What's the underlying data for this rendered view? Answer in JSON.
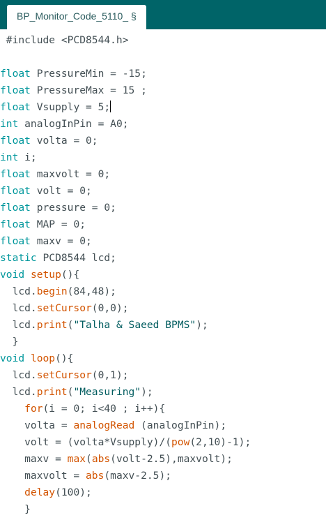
{
  "tab": {
    "title": "BP_Monitor_Code_5110_ §"
  },
  "colors": {
    "tab_bar": "#006468",
    "editor_bg": "#ffffff",
    "plain": "#434f54",
    "keyword_orange": "#d35400",
    "type_teal": "#00979c",
    "string_blue": "#005c5f",
    "preprocessor": "#5e6d03"
  },
  "code": {
    "lines": [
      [
        {
          "t": " #include <PCD8544.h>",
          "c": "p"
        }
      ],
      [],
      [
        {
          "t": "float",
          "c": "k"
        },
        {
          "t": " PressureMin = -15;",
          "c": "p"
        }
      ],
      [
        {
          "t": "float",
          "c": "k"
        },
        {
          "t": " PressureMax = 15 ;",
          "c": "p"
        }
      ],
      [
        {
          "t": "float",
          "c": "k"
        },
        {
          "t": " Vsupply = 5;",
          "c": "p"
        },
        {
          "caret": true
        }
      ],
      [
        {
          "t": "int",
          "c": "k"
        },
        {
          "t": " analogInPin = A0;",
          "c": "p"
        }
      ],
      [
        {
          "t": "float",
          "c": "k"
        },
        {
          "t": " volta = 0;",
          "c": "p"
        }
      ],
      [
        {
          "t": "int",
          "c": "k"
        },
        {
          "t": " i;",
          "c": "p"
        }
      ],
      [
        {
          "t": "float",
          "c": "k"
        },
        {
          "t": " maxvolt = 0;",
          "c": "p"
        }
      ],
      [
        {
          "t": "float",
          "c": "k"
        },
        {
          "t": " volt = 0;",
          "c": "p"
        }
      ],
      [
        {
          "t": "float",
          "c": "k"
        },
        {
          "t": " pressure = 0;",
          "c": "p"
        }
      ],
      [
        {
          "t": "float",
          "c": "k"
        },
        {
          "t": " MAP = 0;",
          "c": "p"
        }
      ],
      [
        {
          "t": "float",
          "c": "k"
        },
        {
          "t": " maxv = 0;",
          "c": "p"
        }
      ],
      [
        {
          "t": "static",
          "c": "k"
        },
        {
          "t": " PCD8544 lcd;",
          "c": "p"
        }
      ],
      [
        {
          "t": "void",
          "c": "k"
        },
        {
          "t": " ",
          "c": "p"
        },
        {
          "t": "setup",
          "c": "f"
        },
        {
          "t": "(){",
          "c": "p"
        }
      ],
      [
        {
          "t": "  lcd.",
          "c": "p"
        },
        {
          "t": "begin",
          "c": "f"
        },
        {
          "t": "(84,48);",
          "c": "p"
        }
      ],
      [
        {
          "t": "  lcd.",
          "c": "p"
        },
        {
          "t": "setCursor",
          "c": "f"
        },
        {
          "t": "(0,0);",
          "c": "p"
        }
      ],
      [
        {
          "t": "  lcd.",
          "c": "p"
        },
        {
          "t": "print",
          "c": "f"
        },
        {
          "t": "(",
          "c": "p"
        },
        {
          "t": "\"Talha & Saeed BPMS\"",
          "c": "s"
        },
        {
          "t": ");",
          "c": "p"
        }
      ],
      [
        {
          "t": "  }",
          "c": "p"
        }
      ],
      [
        {
          "t": "void",
          "c": "k"
        },
        {
          "t": " ",
          "c": "p"
        },
        {
          "t": "loop",
          "c": "f"
        },
        {
          "t": "(){",
          "c": "p"
        }
      ],
      [
        {
          "t": "  lcd.",
          "c": "p"
        },
        {
          "t": "setCursor",
          "c": "f"
        },
        {
          "t": "(0,1);",
          "c": "p"
        }
      ],
      [
        {
          "t": "  lcd.",
          "c": "p"
        },
        {
          "t": "print",
          "c": "f"
        },
        {
          "t": "(",
          "c": "p"
        },
        {
          "t": "\"Measuring\"",
          "c": "s"
        },
        {
          "t": ");",
          "c": "p"
        }
      ],
      [
        {
          "t": "    ",
          "c": "p"
        },
        {
          "t": "for",
          "c": "f"
        },
        {
          "t": "(i = 0; i<40 ; i++){",
          "c": "p"
        }
      ],
      [
        {
          "t": "    volta = ",
          "c": "p"
        },
        {
          "t": "analogRead",
          "c": "f"
        },
        {
          "t": " (analogInPin);",
          "c": "p"
        }
      ],
      [
        {
          "t": "    volt = (volta*Vsupply)/(",
          "c": "p"
        },
        {
          "t": "pow",
          "c": "f"
        },
        {
          "t": "(2,10)-1);",
          "c": "p"
        }
      ],
      [
        {
          "t": "    maxv = ",
          "c": "p"
        },
        {
          "t": "max",
          "c": "f"
        },
        {
          "t": "(",
          "c": "p"
        },
        {
          "t": "abs",
          "c": "f"
        },
        {
          "t": "(volt-2.5),maxvolt);",
          "c": "p"
        }
      ],
      [
        {
          "t": "    maxvolt = ",
          "c": "p"
        },
        {
          "t": "abs",
          "c": "f"
        },
        {
          "t": "(maxv-2.5);",
          "c": "p"
        }
      ],
      [
        {
          "t": "    ",
          "c": "p"
        },
        {
          "t": "delay",
          "c": "f"
        },
        {
          "t": "(100);",
          "c": "p"
        }
      ],
      [
        {
          "t": "    }",
          "c": "p"
        }
      ]
    ]
  }
}
